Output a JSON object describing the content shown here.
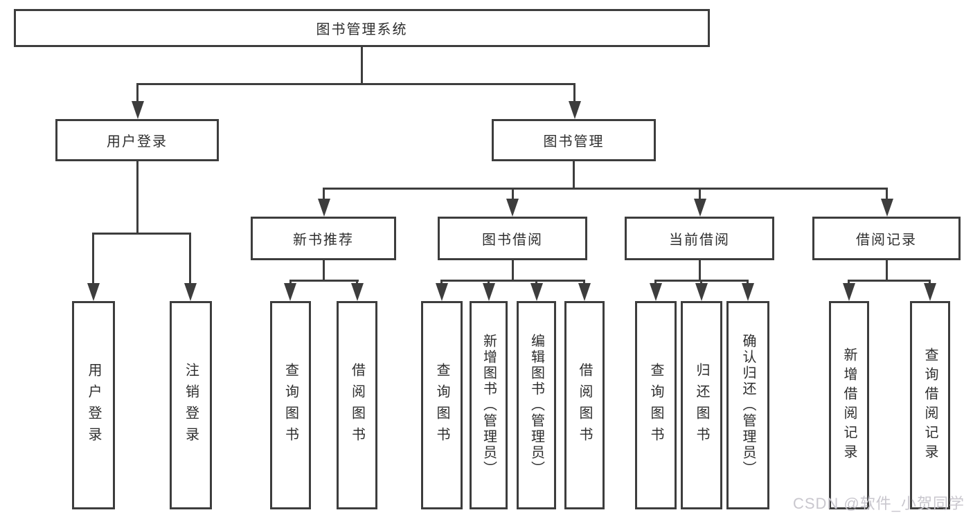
{
  "diagram": {
    "title": "图书管理系统",
    "colors": {
      "line": "#3d3d3d",
      "text": "#2e2e2e",
      "background": "#ffffff",
      "watermark": "#c9c7ce"
    },
    "user_login": {
      "label": "用户登录",
      "leaves": [
        "用户登录",
        "注销登录"
      ]
    },
    "book_management": {
      "label": "图书管理",
      "groups": [
        {
          "label": "新书推荐",
          "leaves": [
            "查询图书",
            "借阅图书"
          ]
        },
        {
          "label": "图书借阅",
          "leaves": [
            "查询图书",
            "新增图书（管理员）",
            "编辑图书（管理员）",
            "借阅图书"
          ]
        },
        {
          "label": "当前借阅",
          "leaves": [
            "查询图书",
            "归还图书",
            "确认归还（管理员）"
          ]
        },
        {
          "label": "借阅记录",
          "leaves": [
            "新增借阅记录",
            "查询借阅记录"
          ]
        }
      ]
    },
    "watermark": "CSDN @软件_小贺同学"
  }
}
